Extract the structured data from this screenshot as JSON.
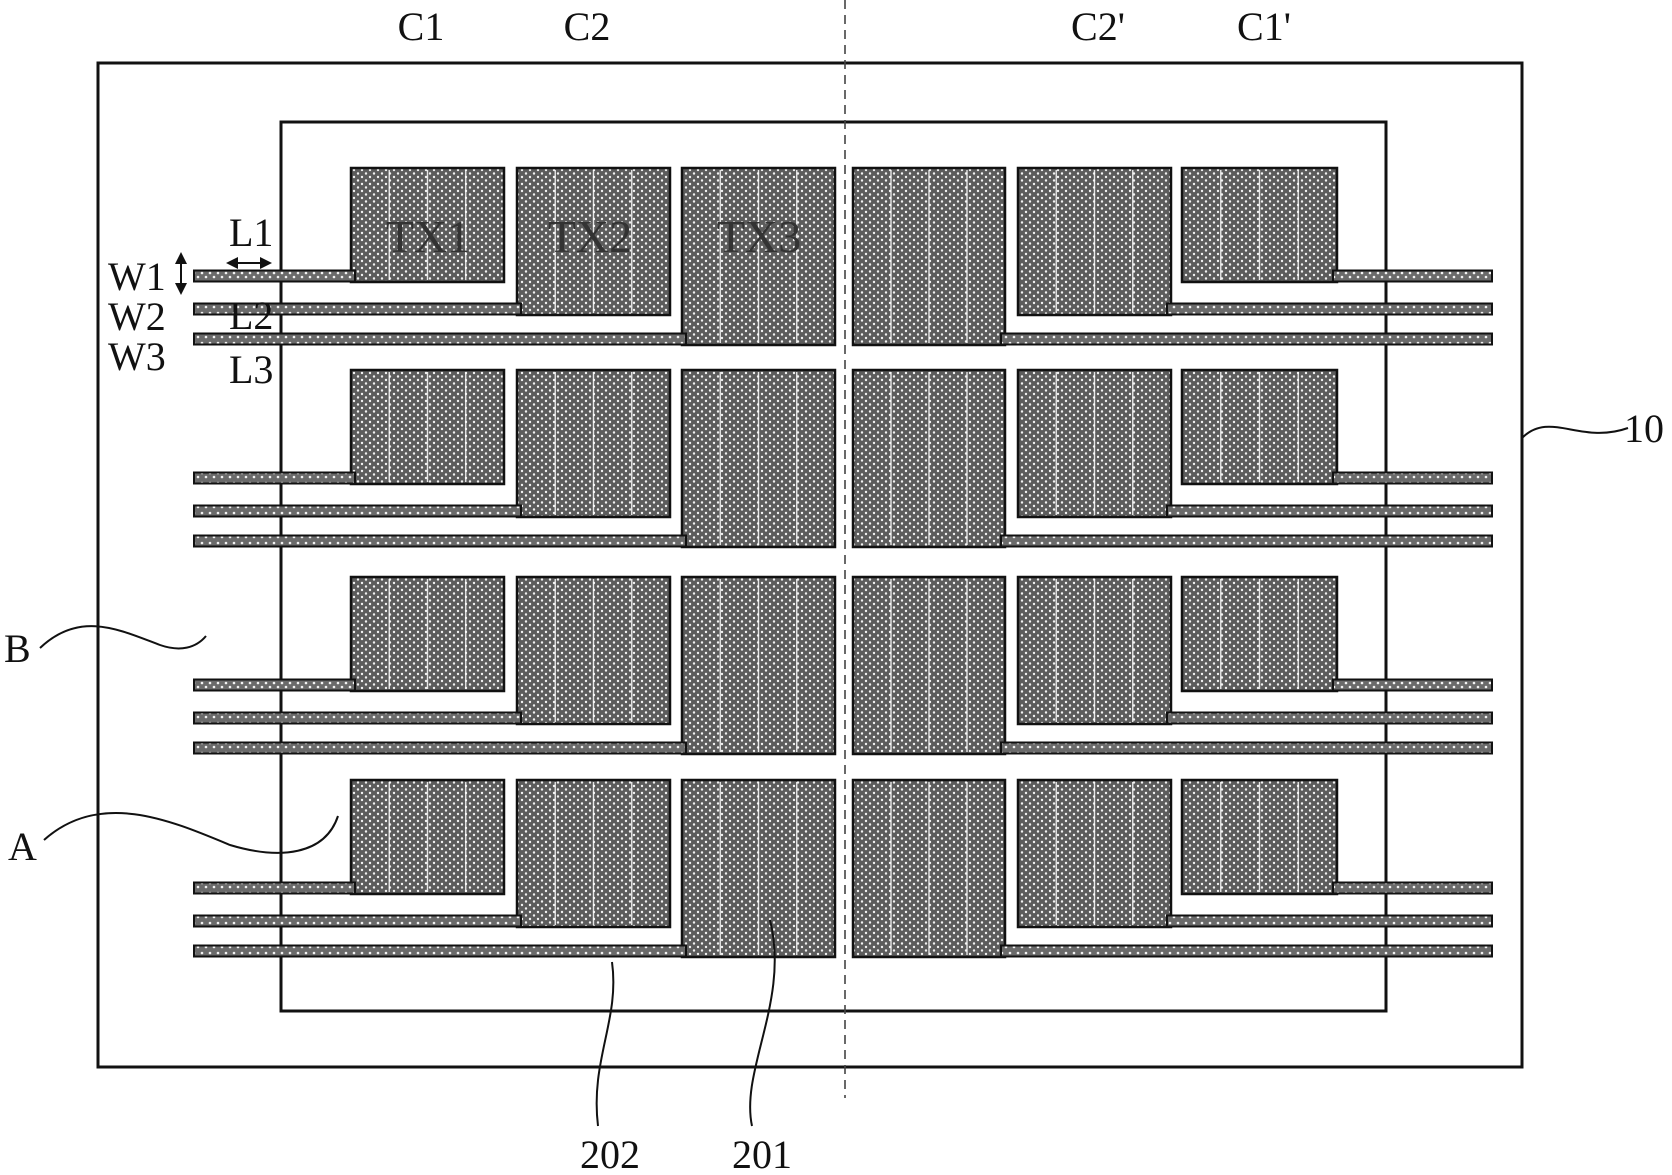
{
  "figure": {
    "column_labels": [
      "C1",
      "C2",
      "C2'",
      "C1'"
    ],
    "electrode_labels": [
      "TX1",
      "TX2",
      "TX3"
    ],
    "width_labels": [
      "W1",
      "W2",
      "W3"
    ],
    "length_labels": [
      "L1",
      "L2",
      "L3"
    ],
    "region_labels": {
      "b": "B",
      "a": "A"
    },
    "reference_numerals": {
      "substrate": "10",
      "trace": "202",
      "electrode": "201"
    },
    "row_count": 4,
    "electrodes_per_half_row": 3
  }
}
